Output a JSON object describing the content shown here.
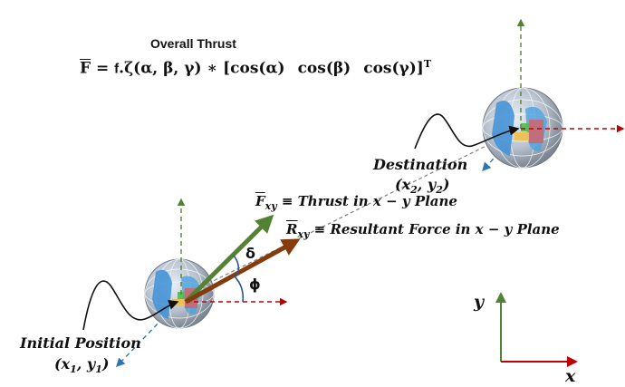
{
  "title": "Overall Thrust",
  "formula": {
    "lhs": "F",
    "eq": "=",
    "f": "f",
    "zeta": ".ζ(α, β, γ) ∗ [cos(α)",
    "cos_b": "cos(β)",
    "cos_g": "cos(γ)]",
    "sup": "T"
  },
  "destination": {
    "label": "Destination",
    "coord": "(x2, y2)",
    "x": "x",
    "y": "y",
    "sub": "2"
  },
  "initial": {
    "label": "Initial Position",
    "coord": "(x1, y1)",
    "x": "x",
    "y": "y",
    "sub": "1"
  },
  "thrust_label": {
    "symbol": "F",
    "sub": "xy",
    "text": "≡ Thrust in x − y Plane"
  },
  "resultant_label": {
    "symbol": "R",
    "sub": "xy",
    "text": "≡ Resultant Force in x − y Plane"
  },
  "angles": {
    "delta": "δ",
    "phi": "ϕ"
  },
  "axes": {
    "x": "x",
    "y": "y"
  },
  "colors": {
    "thrust": "#548235",
    "resultant": "#843c0c",
    "axis_green": "#548235",
    "axis_red": "#c00000",
    "dash_blue": "#2e75b6",
    "dash_gray": "#7f7f7f"
  },
  "icons": [
    "drone-sphere-icon",
    "drone-sphere-icon"
  ]
}
